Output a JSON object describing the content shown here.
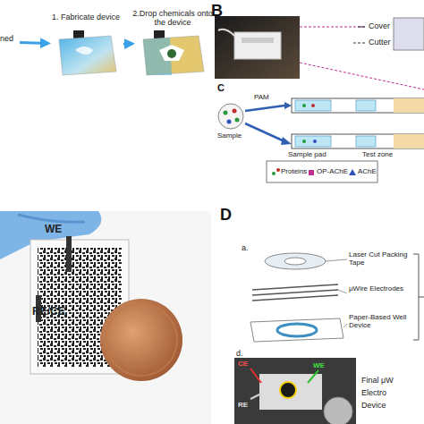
{
  "diagram": {
    "nodes": [
      {
        "text": [
          "ned"
        ]
      },
      {
        "text": [
          "1. Fabricate device"
        ]
      },
      {
        "text": [
          "2.Drop chemicals onto the device"
        ]
      }
    ],
    "edges": [
      {
        "from": 0,
        "to": 1,
        "arrow": "to"
      },
      {
        "from": 1,
        "to": 2,
        "arrow": "to"
      }
    ],
    "labels": [
      "B",
      "Cover",
      "Cutter",
      "C",
      "PAM",
      "Sample",
      "Sample pad",
      "Test zone",
      "WE",
      "RE/CE",
      "D",
      "a.",
      "Laser Cut Packing Tape",
      "μWire Electrodes",
      "Paper-Based Well Device",
      "d.",
      "CE",
      "RE",
      "WE",
      "Final μW",
      "Electro",
      "Device"
    ],
    "legend": [
      {
        "text": "Proteins"
      },
      {
        "text": "OP-AChE"
      },
      {
        "text": "AChE"
      }
    ]
  }
}
